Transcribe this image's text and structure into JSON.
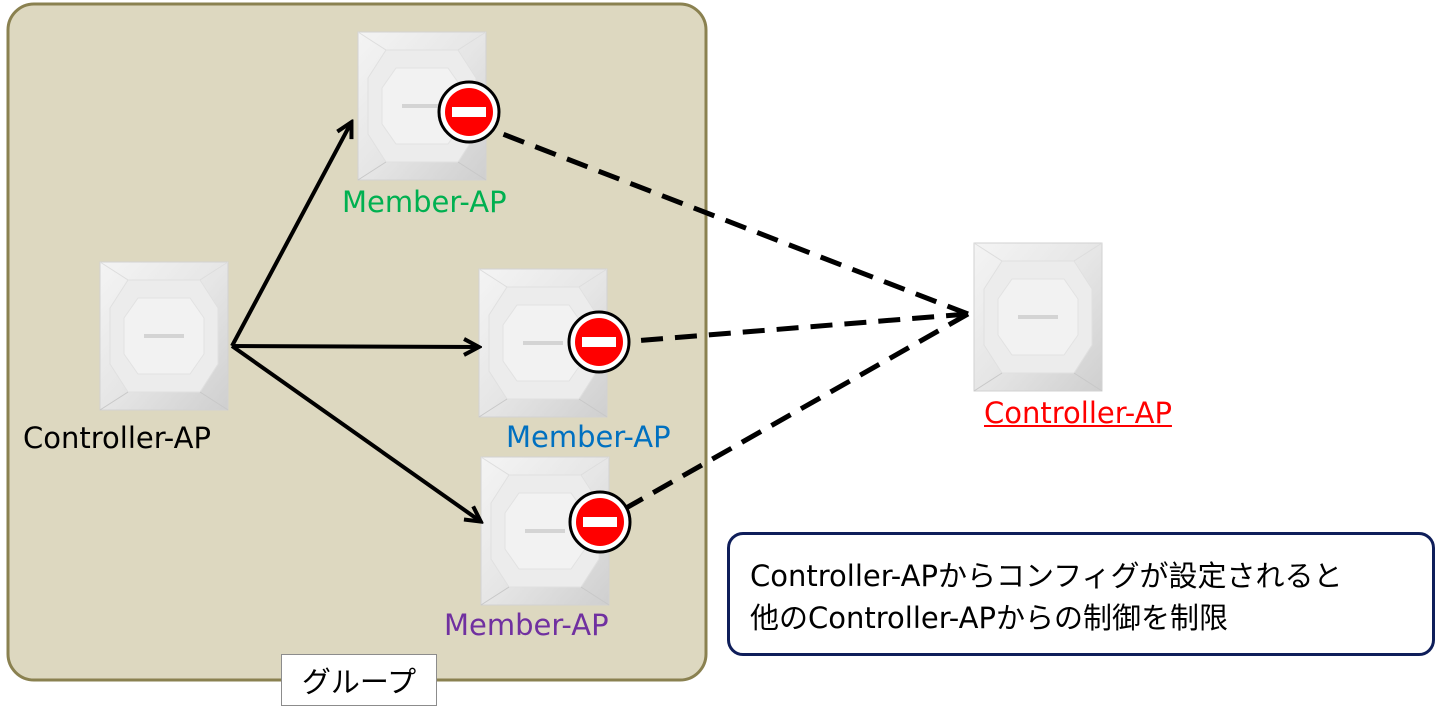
{
  "group": {
    "label": "グループ",
    "fill": "#ddd8c0",
    "border": "#8a8150"
  },
  "devices": {
    "controller_local": {
      "label": "Controller-AP",
      "color": "#000000"
    },
    "member_top": {
      "label": "Member-AP",
      "color": "#00b050"
    },
    "member_middle": {
      "label": "Member-AP",
      "color": "#0070c0"
    },
    "member_bottom": {
      "label": "Member-AP",
      "color": "#7030a0"
    },
    "controller_remote": {
      "label": "Controller-AP",
      "color": "#ff0000"
    }
  },
  "note": {
    "line1": "Controller-APからコンフィグが設定されると",
    "line2": "他のController-APからの制御を制限",
    "border": "#0f1e5a"
  },
  "icons": {
    "access_point": "access-point-device-icon",
    "blocked": "no-entry-icon"
  }
}
